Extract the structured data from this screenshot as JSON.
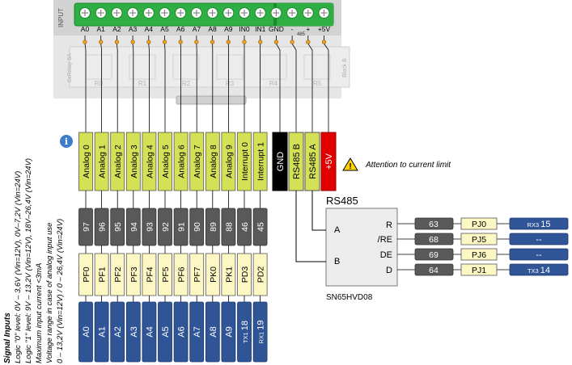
{
  "terminal_block": {
    "input_label": "INPUT",
    "module_label": "6xRelay 6A",
    "block_label": "Block B",
    "top_labels": [
      "A0",
      "A1",
      "A2",
      "A3",
      "A4",
      "A5",
      "A6",
      "A7",
      "A8",
      "A9",
      "IN0",
      "IN1",
      "GND",
      "-",
      "+",
      "+5V"
    ],
    "rs485_mark": "485",
    "relays": [
      "R0",
      "R1",
      "R2",
      "R3",
      "R4",
      "R5"
    ]
  },
  "inputs": [
    {
      "function": "Analog 0",
      "pin": "97",
      "port": "PF0",
      "arduino": "A0"
    },
    {
      "function": "Analog 1",
      "pin": "96",
      "port": "PF1",
      "arduino": "A1"
    },
    {
      "function": "Analog 2",
      "pin": "95",
      "port": "PF2",
      "arduino": "A2"
    },
    {
      "function": "Analog 3",
      "pin": "94",
      "port": "PF3",
      "arduino": "A3"
    },
    {
      "function": "Analog 4",
      "pin": "93",
      "port": "PF4",
      "arduino": "A4"
    },
    {
      "function": "Analog 5",
      "pin": "92",
      "port": "PF5",
      "arduino": "A5"
    },
    {
      "function": "Analog 6",
      "pin": "91",
      "port": "PF6",
      "arduino": "A6"
    },
    {
      "function": "Analog 7",
      "pin": "90",
      "port": "PF7",
      "arduino": "A7"
    },
    {
      "function": "Analog 8",
      "pin": "89",
      "port": "PK0",
      "arduino": "A8"
    },
    {
      "function": "Analog 9",
      "pin": "88",
      "port": "PK1",
      "arduino": "A9"
    },
    {
      "function": "Interrupt 0",
      "pin": "46",
      "port": "PD3",
      "arduino_prefix": "TX1",
      "arduino_num": "18"
    },
    {
      "function": "Interrupt 1",
      "pin": "45",
      "port": "PD2",
      "arduino_prefix": "RX1",
      "arduino_num": "19"
    }
  ],
  "power": {
    "gnd": "GND",
    "rs485_b": "RS485 B",
    "rs485_a": "RS485 A",
    "plus5v": "+5V"
  },
  "attention": {
    "text": "Attention to current limit",
    "icon": "warning-triangle-icon"
  },
  "info_icon": "info-icon",
  "transceiver": {
    "title": "RS485",
    "chip": "SN65HVD08",
    "left_pins": [
      "A",
      "B"
    ],
    "right_pins": [
      "R",
      "/RE",
      "DE",
      "D"
    ],
    "connections": [
      {
        "pin": "63",
        "port": "PJ0",
        "arduino_prefix": "RX3",
        "arduino_num": "15"
      },
      {
        "pin": "68",
        "port": "PJ5",
        "arduino_prefix": "",
        "arduino_num": "--"
      },
      {
        "pin": "69",
        "port": "PJ6",
        "arduino_prefix": "",
        "arduino_num": "--"
      },
      {
        "pin": "64",
        "port": "PJ1",
        "arduino_prefix": "TX3",
        "arduino_num": "14"
      }
    ]
  },
  "notes": {
    "signal_title": "Signal Inputs",
    "line1": "Logic \"0\" level: 0V – 3,6V (Vin=12V), 0V–7,2V (Vin=24V)",
    "line2": "Logic \"1\" level: 9V – 13,2V (Vin=12V), 18V–26,4V (Vin=24V)",
    "line3": "Maximum input current <3mA",
    "line4": "Voltage range in case of analog input use",
    "line5": "0 – 13,2V (Vin=12V) / 0 – 26,4V (Vin=24V)"
  },
  "colors": {
    "function_fill": "#d4e157",
    "pin_fill": "#595959",
    "port_fill": "#fdf7c3",
    "arduino_fill": "#2f5597",
    "gnd_fill": "#000000",
    "plus5v_fill": "#e00000",
    "terminal_green": "#2fae43"
  }
}
